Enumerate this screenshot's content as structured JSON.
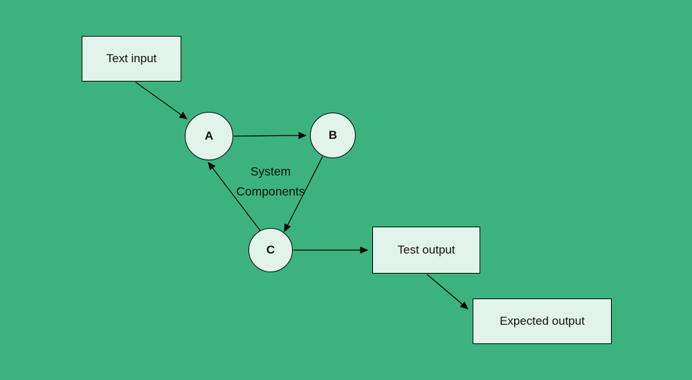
{
  "canvas": {
    "background_color": "#3cb37e",
    "node_fill_color": "#e2f3eb",
    "node_border_color": "#000000",
    "edge_color": "#000000",
    "text_color": "#111111"
  },
  "diagram": {
    "group_label": "System Components",
    "nodes": {
      "text_input": {
        "label": "Text input",
        "shape": "rect"
      },
      "a": {
        "label": "A",
        "shape": "circle"
      },
      "b": {
        "label": "B",
        "shape": "circle"
      },
      "c": {
        "label": "C",
        "shape": "circle"
      },
      "test_output": {
        "label": "Test output",
        "shape": "rect"
      },
      "expected_output": {
        "label": "Expected output",
        "shape": "rect"
      }
    },
    "edges": [
      {
        "from": "Text input",
        "to": "A"
      },
      {
        "from": "A",
        "to": "B"
      },
      {
        "from": "B",
        "to": "C"
      },
      {
        "from": "C",
        "to": "A"
      },
      {
        "from": "C",
        "to": "Test output"
      },
      {
        "from": "Test output",
        "to": "Expected output"
      }
    ]
  }
}
